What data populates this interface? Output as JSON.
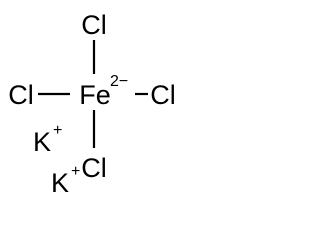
{
  "molecule": {
    "center": {
      "symbol": "Fe",
      "charge": "2−"
    },
    "ligands": {
      "top": "Cl",
      "left": "Cl",
      "right": "Cl",
      "bottom": "Cl"
    },
    "counterions": [
      {
        "symbol": "K",
        "charge": "+"
      },
      {
        "symbol": "K",
        "charge": "+"
      }
    ]
  },
  "colors": {
    "bond": "#000000",
    "text": "#000000",
    "background": "#ffffff"
  }
}
